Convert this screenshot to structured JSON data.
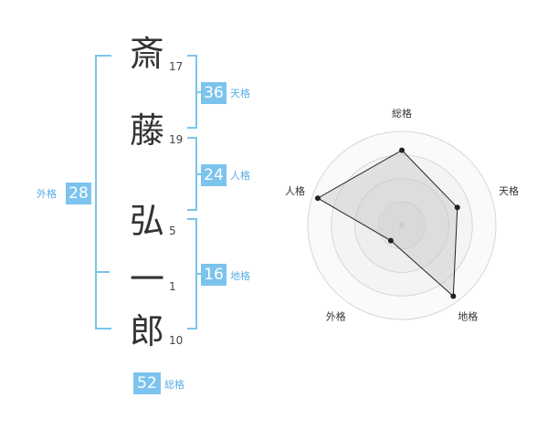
{
  "name": {
    "chars": [
      {
        "char": "斎",
        "strokes": "17"
      },
      {
        "char": "藤",
        "strokes": "19"
      },
      {
        "char": "弘",
        "strokes": "5"
      },
      {
        "char": "一",
        "strokes": "1"
      },
      {
        "char": "郎",
        "strokes": "10"
      }
    ]
  },
  "fortunes": {
    "tenkaku": {
      "value": "36",
      "label": "天格"
    },
    "jinkaku": {
      "value": "24",
      "label": "人格"
    },
    "chikaku": {
      "value": "16",
      "label": "地格"
    },
    "gaikaku": {
      "value": "28",
      "label": "外格"
    },
    "soukaku": {
      "value": "52",
      "label": "総格"
    }
  },
  "colors": {
    "accent": "#7cc3ee",
    "accent_text": "#5aaee6",
    "radar_fill": "#e2e2e2",
    "radar_line": "#222222"
  },
  "chart_data": {
    "type": "radar",
    "axes": [
      "総格",
      "天格",
      "地格",
      "外格",
      "人格"
    ],
    "values": [
      0.8,
      0.62,
      0.93,
      0.2,
      0.94
    ],
    "range": [
      0,
      1
    ],
    "rings": 4
  }
}
